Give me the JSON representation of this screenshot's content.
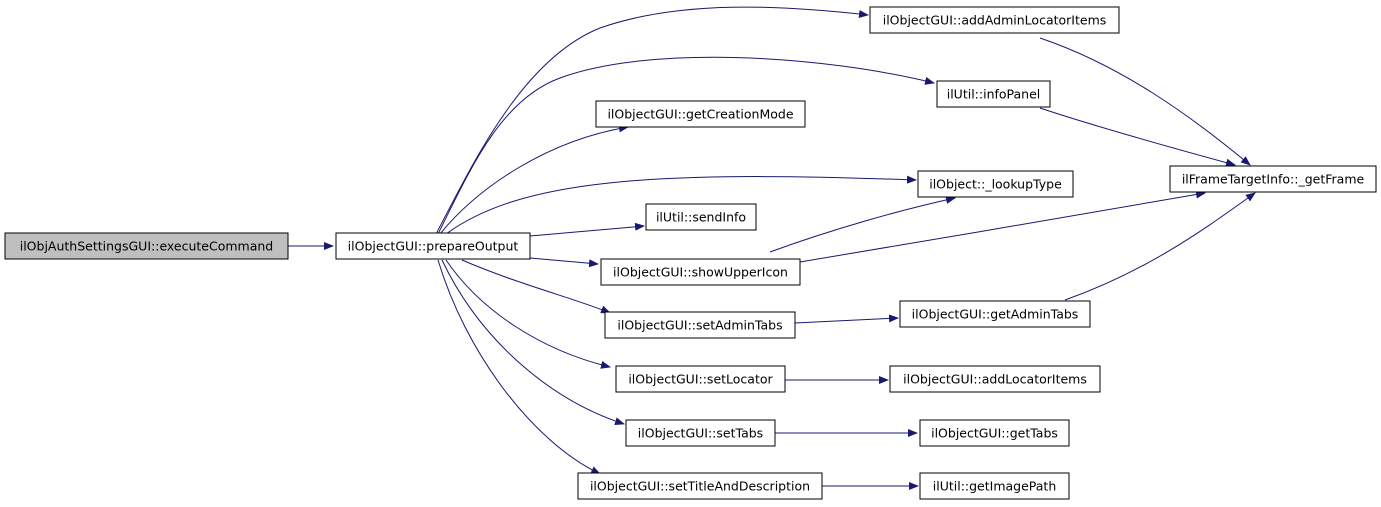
{
  "colors": {
    "edge": "#191970",
    "node_border": "#000000",
    "node_fill": "#ffffff",
    "root_fill": "#bfbfbf",
    "text": "#000000"
  },
  "nodes": {
    "executeCommand": {
      "label": "ilObjAuthSettingsGUI::executeCommand"
    },
    "prepareOutput": {
      "label": "ilObjectGUI::prepareOutput"
    },
    "addAdminLocatorItems": {
      "label": "ilObjectGUI::addAdminLocatorItems"
    },
    "infoPanel": {
      "label": "ilUtil::infoPanel"
    },
    "getCreationMode": {
      "label": "ilObjectGUI::getCreationMode"
    },
    "lookupType": {
      "label": "ilObject::_lookupType"
    },
    "sendInfo": {
      "label": "ilUtil::sendInfo"
    },
    "showUpperIcon": {
      "label": "ilObjectGUI::showUpperIcon"
    },
    "setAdminTabs": {
      "label": "ilObjectGUI::setAdminTabs"
    },
    "getAdminTabs": {
      "label": "ilObjectGUI::getAdminTabs"
    },
    "setLocator": {
      "label": "ilObjectGUI::setLocator"
    },
    "addLocatorItems": {
      "label": "ilObjectGUI::addLocatorItems"
    },
    "setTabs": {
      "label": "ilObjectGUI::setTabs"
    },
    "getTabs": {
      "label": "ilObjectGUI::getTabs"
    },
    "setTitleAndDescription": {
      "label": "ilObjectGUI::setTitleAndDescription"
    },
    "getImagePath": {
      "label": "ilUtil::getImagePath"
    },
    "getFrame": {
      "label": "ilFrameTargetInfo::_getFrame"
    }
  },
  "edges": [
    {
      "from": "executeCommand",
      "to": "prepareOutput"
    },
    {
      "from": "prepareOutput",
      "to": "addAdminLocatorItems"
    },
    {
      "from": "prepareOutput",
      "to": "infoPanel"
    },
    {
      "from": "prepareOutput",
      "to": "getCreationMode"
    },
    {
      "from": "prepareOutput",
      "to": "lookupType"
    },
    {
      "from": "prepareOutput",
      "to": "sendInfo"
    },
    {
      "from": "prepareOutput",
      "to": "showUpperIcon"
    },
    {
      "from": "prepareOutput",
      "to": "setAdminTabs"
    },
    {
      "from": "prepareOutput",
      "to": "setLocator"
    },
    {
      "from": "prepareOutput",
      "to": "setTabs"
    },
    {
      "from": "prepareOutput",
      "to": "setTitleAndDescription"
    },
    {
      "from": "addAdminLocatorItems",
      "to": "getFrame"
    },
    {
      "from": "infoPanel",
      "to": "getFrame"
    },
    {
      "from": "showUpperIcon",
      "to": "lookupType"
    },
    {
      "from": "showUpperIcon",
      "to": "getFrame"
    },
    {
      "from": "setAdminTabs",
      "to": "getAdminTabs"
    },
    {
      "from": "getAdminTabs",
      "to": "getFrame"
    },
    {
      "from": "setLocator",
      "to": "addLocatorItems"
    },
    {
      "from": "setTabs",
      "to": "getTabs"
    },
    {
      "from": "setTitleAndDescription",
      "to": "getImagePath"
    }
  ]
}
